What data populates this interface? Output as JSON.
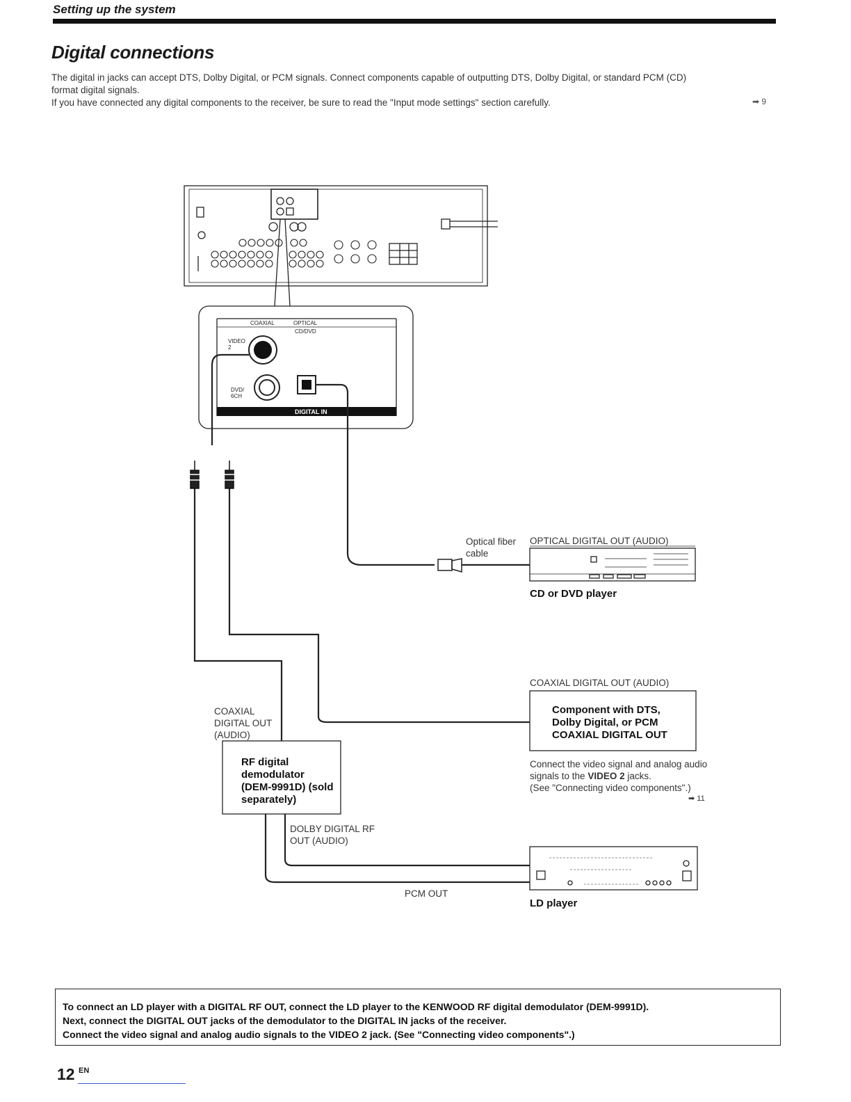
{
  "header": {
    "section": "Setting up the system",
    "title": "Digital connections"
  },
  "intro": {
    "line1": "The digital in jacks can accept DTS, Dolby Digital, or PCM signals. Connect components capable of outputting DTS, Dolby Digital, or standard PCM (CD)",
    "line2": "format digital signals.",
    "line3": "If you have connected any digital components to the receiver, be sure to read the \"Input mode settings\" section carefully.",
    "page_ref": "➡ 9"
  },
  "diagram": {
    "panel": {
      "coaxial": "COAXIAL",
      "optical": "OPTICAL",
      "cd_dvd": "CD/DVD",
      "video2": "VIDEO 2",
      "dvd_6ch": "DVD/ 6CH",
      "digital_in": "DIGITAL IN"
    },
    "optical_fiber_cable": "Optical fiber cable",
    "optical_out": "OPTICAL DIGITAL OUT (AUDIO)",
    "cd_dvd_player": "CD or DVD player",
    "coaxial_out_top": "COAXIAL DIGITAL OUT (AUDIO)",
    "component_box": "Component with DTS, Dolby Digital, or PCM COAXIAL DIGITAL OUT",
    "connect_note": "Connect the video signal and analog audio signals to the",
    "connect_note_bold": "VIDEO 2",
    "connect_note_tail": "jacks.",
    "connect_note2": "(See \"Connecting video components\".)",
    "connect_ref": "➡ 11",
    "coaxial_out_left": "COAXIAL DIGITAL OUT (AUDIO)",
    "rf_demod": "RF digital demodulator (DEM-9991D) (sold separately)",
    "dolby_rf_out": "DOLBY DIGITAL RF OUT (AUDIO)",
    "pcm_out": "PCM OUT",
    "ld_player": "LD player"
  },
  "note": {
    "line1": "To connect an LD player with a DIGITAL RF OUT, connect the LD player to the KENWOOD RF digital demodulator (DEM-9991D).",
    "line2": "Next, connect the DIGITAL OUT jacks of the demodulator to the DIGITAL IN jacks of the receiver.",
    "line3": "Connect the video signal and analog audio signals to the VIDEO 2 jack. (See \"Connecting video components\".)"
  },
  "footer": {
    "page_number": "12",
    "lang": "EN"
  }
}
